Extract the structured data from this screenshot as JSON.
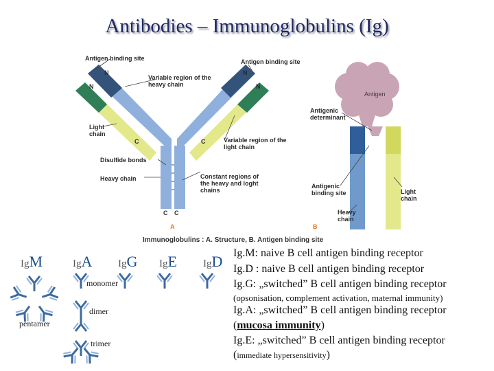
{
  "title": "Antibodies – Immunoglobulins (Ig)",
  "figure": {
    "labels": {
      "antigen_binding_site_left": "Antigen binding site",
      "antigen_binding_site_right": "Antigen binding site",
      "variable_heavy": "Variable region of the heavy chain",
      "light_chain": "Light chain",
      "disulfide_bonds": "Disulfide bonds",
      "heavy_chain": "Heavy chain",
      "variable_light": "Variable region of the light chain",
      "constant_regions": "Constant regions of the heavy and loght chains",
      "antigen": "Antigen",
      "antigenic_determinant": "Antigenic determinant",
      "antigenic_binding_site": "Antigenic binding site",
      "light_chain_b": "Light chain",
      "heavy_chain_b": "Heavy chain",
      "n1": "N",
      "n2": "N",
      "n3": "N",
      "n4": "N",
      "c1": "C",
      "c2": "C",
      "c3": "C",
      "c4": "C",
      "panel_a": "A",
      "panel_b": "B"
    },
    "caption": "Immunoglobulins : A. Structure, B. Antigen binding site",
    "colors": {
      "heavy": "#8fb0dc",
      "light": "#e3e98a",
      "heavy_var": "#34537a",
      "light_var": "#2f7e58",
      "antigen": "#c9a4b4"
    }
  },
  "isotypes": {
    "igm": {
      "prefix": "Ig",
      "letter": "M"
    },
    "iga": {
      "prefix": "Ig",
      "letter": "A"
    },
    "igg": {
      "prefix": "Ig",
      "letter": "G"
    },
    "ige": {
      "prefix": "Ig",
      "letter": "E"
    },
    "igd": {
      "prefix": "Ig",
      "letter": "D"
    },
    "monomer": "monomer",
    "dimer": "dimer",
    "pentamer": "pentamer",
    "trimer": "trimer"
  },
  "notes": {
    "igm": "Ig.M: naive B cell antigen binding receptor",
    "igd": "Ig.D : naive B cell antigen binding receptor",
    "igg": "Ig.G: „switched” B cell antigen binding receptor",
    "igg_sub": "(opsonisation, complement activation, maternal immunity)",
    "iga": "Ig.A: „switched” B cell antigen binding receptor",
    "iga_sub_open": "(",
    "iga_sub_bold": "mucosa immunity",
    "iga_sub_close": ")",
    "ige": "Ig.E: „switched” B cell antigen binding receptor",
    "ige_sub_open": "(",
    "ige_sub": "immediate hypersensitivity",
    "ige_sub_close": ")"
  }
}
